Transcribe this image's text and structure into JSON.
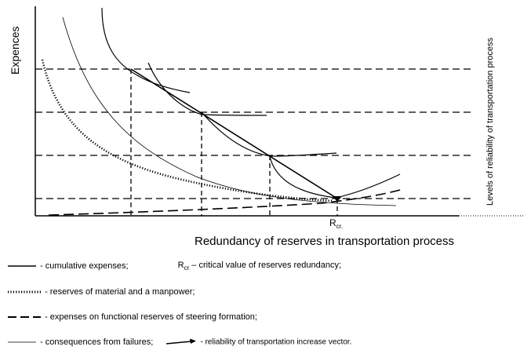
{
  "y_axis_label": "Expences",
  "x_axis_label": "Redundancy of reserves in transportation process",
  "right_axis_label": "Levels of reliability of transportation process",
  "critical_point_label": "R",
  "critical_point_sub": "cr.",
  "legend": {
    "cumulative": "- cumulative expenses;",
    "critical_symbol": "R",
    "critical_sub": "cr",
    "critical_text": " – critical value of reserves redundancy;",
    "reserves": "- reserves of material and a manpower;",
    "functional": "- expenses on functional reserves of steering formation;",
    "consequences": "- consequences from failures;",
    "vector": "- reliability of transportation increase vector."
  },
  "colors": {
    "ink": "#000000",
    "background": "#ffffff"
  }
}
